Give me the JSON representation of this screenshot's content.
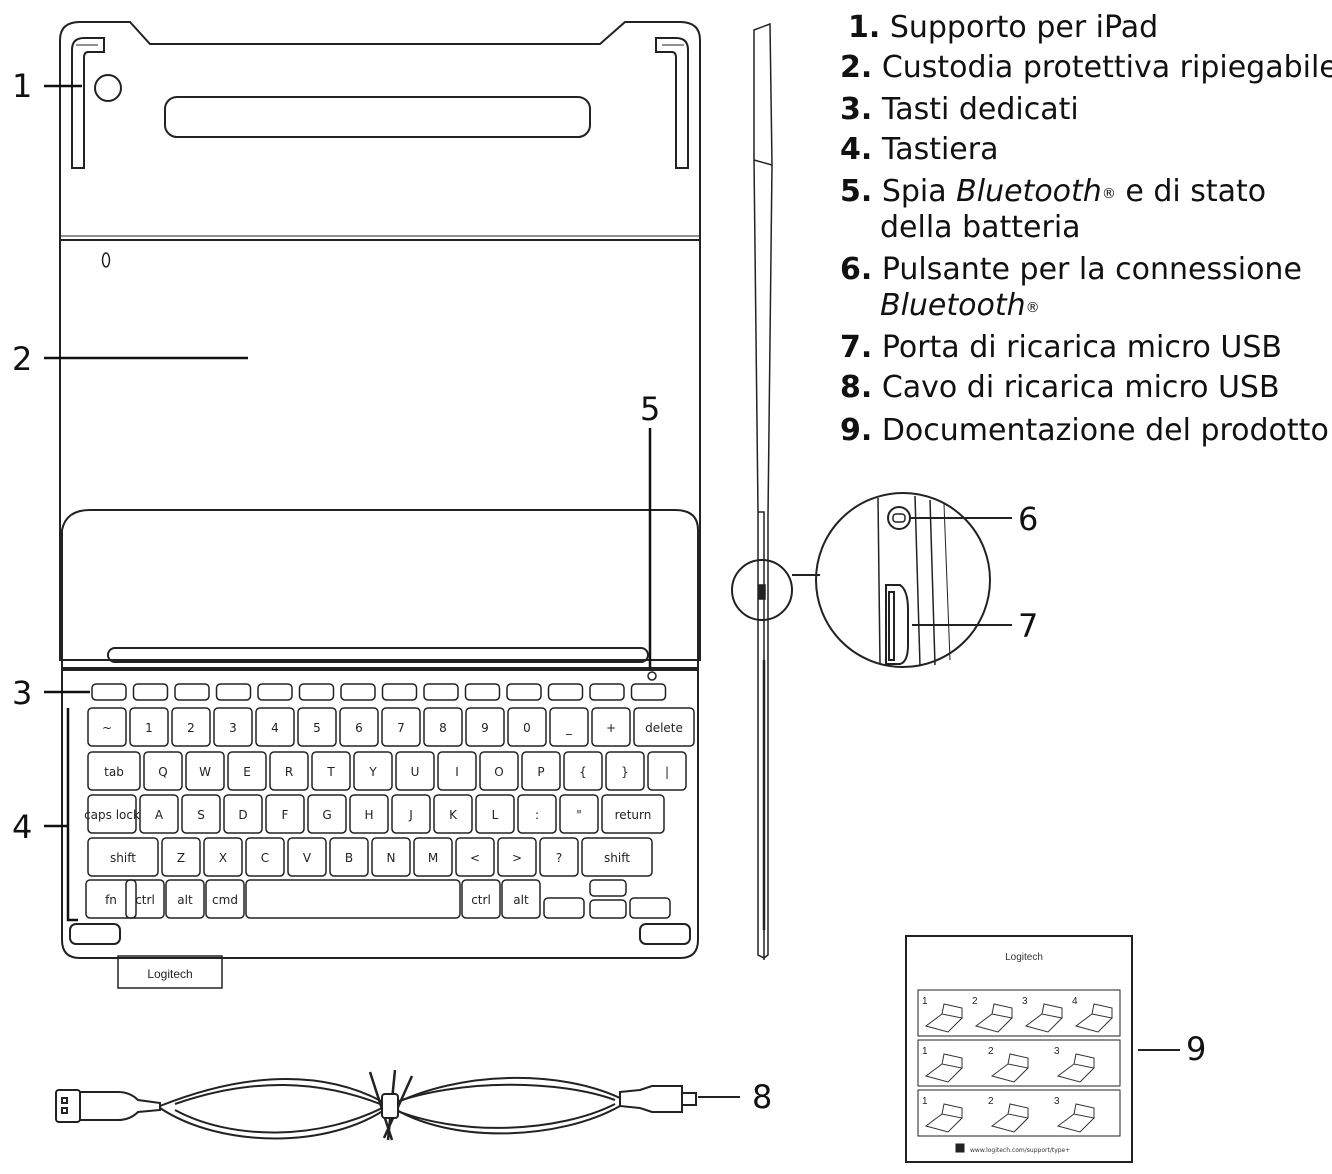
{
  "callouts": {
    "c1": "1",
    "c2": "2",
    "c3": "3",
    "c4": "4",
    "c5": "5",
    "c6": "6",
    "c7": "7",
    "c8": "8",
    "c9": "9"
  },
  "legend": [
    {
      "num": "1.",
      "text": "Supporto per iPad"
    },
    {
      "num": "2.",
      "text": "Custodia protettiva ripiegabile"
    },
    {
      "num": "3.",
      "text": "Tasti dedicati"
    },
    {
      "num": "4.",
      "text": "Tastiera"
    },
    {
      "num": "5.",
      "text_a": "Spia ",
      "text_i": "Bluetooth",
      "sup": "®",
      "text_b": " e di stato",
      "cont": "della batteria"
    },
    {
      "num": "6.",
      "text": "Pulsante per la connessione",
      "cont_i": "Bluetooth",
      "cont_sup": "®"
    },
    {
      "num": "7.",
      "text": "Porta di ricarica micro USB"
    },
    {
      "num": "8.",
      "text": "Cavo di ricarica micro USB"
    },
    {
      "num": "9.",
      "text": "Documentazione del prodotto"
    }
  ],
  "brand": {
    "logo_text": "Logitech"
  },
  "keyboard": {
    "row1": [
      "~",
      "1",
      "2",
      "3",
      "4",
      "5",
      "6",
      "7",
      "8",
      "9",
      "0",
      "_",
      "+",
      "delete"
    ],
    "row2": [
      "tab",
      "Q",
      "W",
      "E",
      "R",
      "T",
      "Y",
      "U",
      "I",
      "O",
      "P",
      "{",
      "}",
      "|"
    ],
    "row3": [
      "caps lock",
      "A",
      "S",
      "D",
      "F",
      "G",
      "H",
      "J",
      "K",
      "L",
      ":",
      "\"",
      "return"
    ],
    "row4": [
      "shift",
      "Z",
      "X",
      "C",
      "V",
      "B",
      "N",
      "M",
      "<",
      ">",
      "?",
      "shift"
    ],
    "row5": [
      "fn",
      "ctrl",
      "alt",
      "cmd",
      "",
      "ctrl",
      "alt"
    ]
  },
  "document": {
    "brand": "Logitech",
    "url": "www.logitech.com/support/type+"
  }
}
